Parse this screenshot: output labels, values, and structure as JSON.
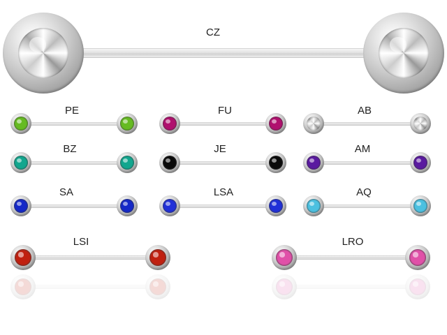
{
  "items": [
    {
      "code": "CZ",
      "gem_color": "#e8e8ee",
      "gem_type": "clear"
    },
    {
      "code": "PE",
      "gem_color": "#66bb22"
    },
    {
      "code": "FU",
      "gem_color": "#b0106e"
    },
    {
      "code": "AB",
      "gem_color": "#e6e6ee",
      "gem_type": "clear"
    },
    {
      "code": "BZ",
      "gem_color": "#12a68e"
    },
    {
      "code": "JE",
      "gem_color": "#0a0a0a"
    },
    {
      "code": "AM",
      "gem_color": "#5a1aa0"
    },
    {
      "code": "SA",
      "gem_color": "#1428c8"
    },
    {
      "code": "LSA",
      "gem_color": "#2030d8"
    },
    {
      "code": "AQ",
      "gem_color": "#4cc0e0"
    },
    {
      "code": "LSI",
      "gem_color": "#c02010"
    },
    {
      "code": "LRO",
      "gem_color": "#e050a8"
    }
  ]
}
